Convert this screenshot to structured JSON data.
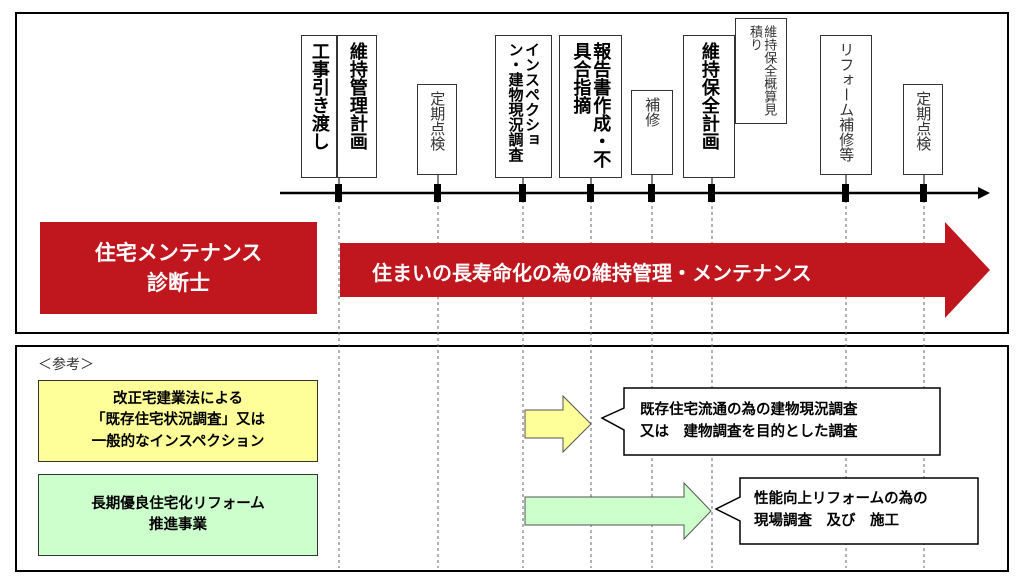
{
  "colors": {
    "red": "#c0161e",
    "yellow": "#ffff99",
    "green": "#ccffcc"
  },
  "timeline": {
    "boxes": [
      {
        "id": "handover",
        "text": "工事引き渡し",
        "style": "bold"
      },
      {
        "id": "plan",
        "text": "維持管理計画",
        "style": "bold"
      },
      {
        "id": "periodic1",
        "text": "定期点検",
        "style": "thin"
      },
      {
        "id": "inspection",
        "text": "インスペクション・建物現況調査",
        "style": "bold"
      },
      {
        "id": "report",
        "text": "報告書作成・不具合指摘",
        "style": "bold"
      },
      {
        "id": "repair",
        "text": "補修",
        "style": "thin"
      },
      {
        "id": "maint-plan",
        "text": "維持保全計画",
        "style": "bold"
      },
      {
        "id": "estimate",
        "text": "維持保全概算見積り",
        "style": "small"
      },
      {
        "id": "reform",
        "text": "リフォーム補修等",
        "style": "thin"
      },
      {
        "id": "periodic2",
        "text": "定期点検",
        "style": "thin"
      }
    ]
  },
  "left_label": {
    "line1": "住宅メンテナンス",
    "line2": "診断士"
  },
  "main_arrow": {
    "text": "住まいの長寿命化の為の維持管理・メンテナンス"
  },
  "reference": {
    "title": "＜参考＞",
    "yellow_box": {
      "line1": "改正宅建業法による",
      "line2": "「既存住宅状況調査」又は",
      "line3": "一般的なインスペクション"
    },
    "green_box": {
      "line1": "長期優良住宅化リフォーム",
      "line2": "推進事業"
    },
    "callout1": {
      "line1": "既存住宅流通の為の建物現況調査",
      "line2": "又は　建物調査を目的とした調査"
    },
    "callout2": {
      "line1": "性能向上リフォームの為の",
      "line2": "現場調査　及び　施工"
    }
  }
}
